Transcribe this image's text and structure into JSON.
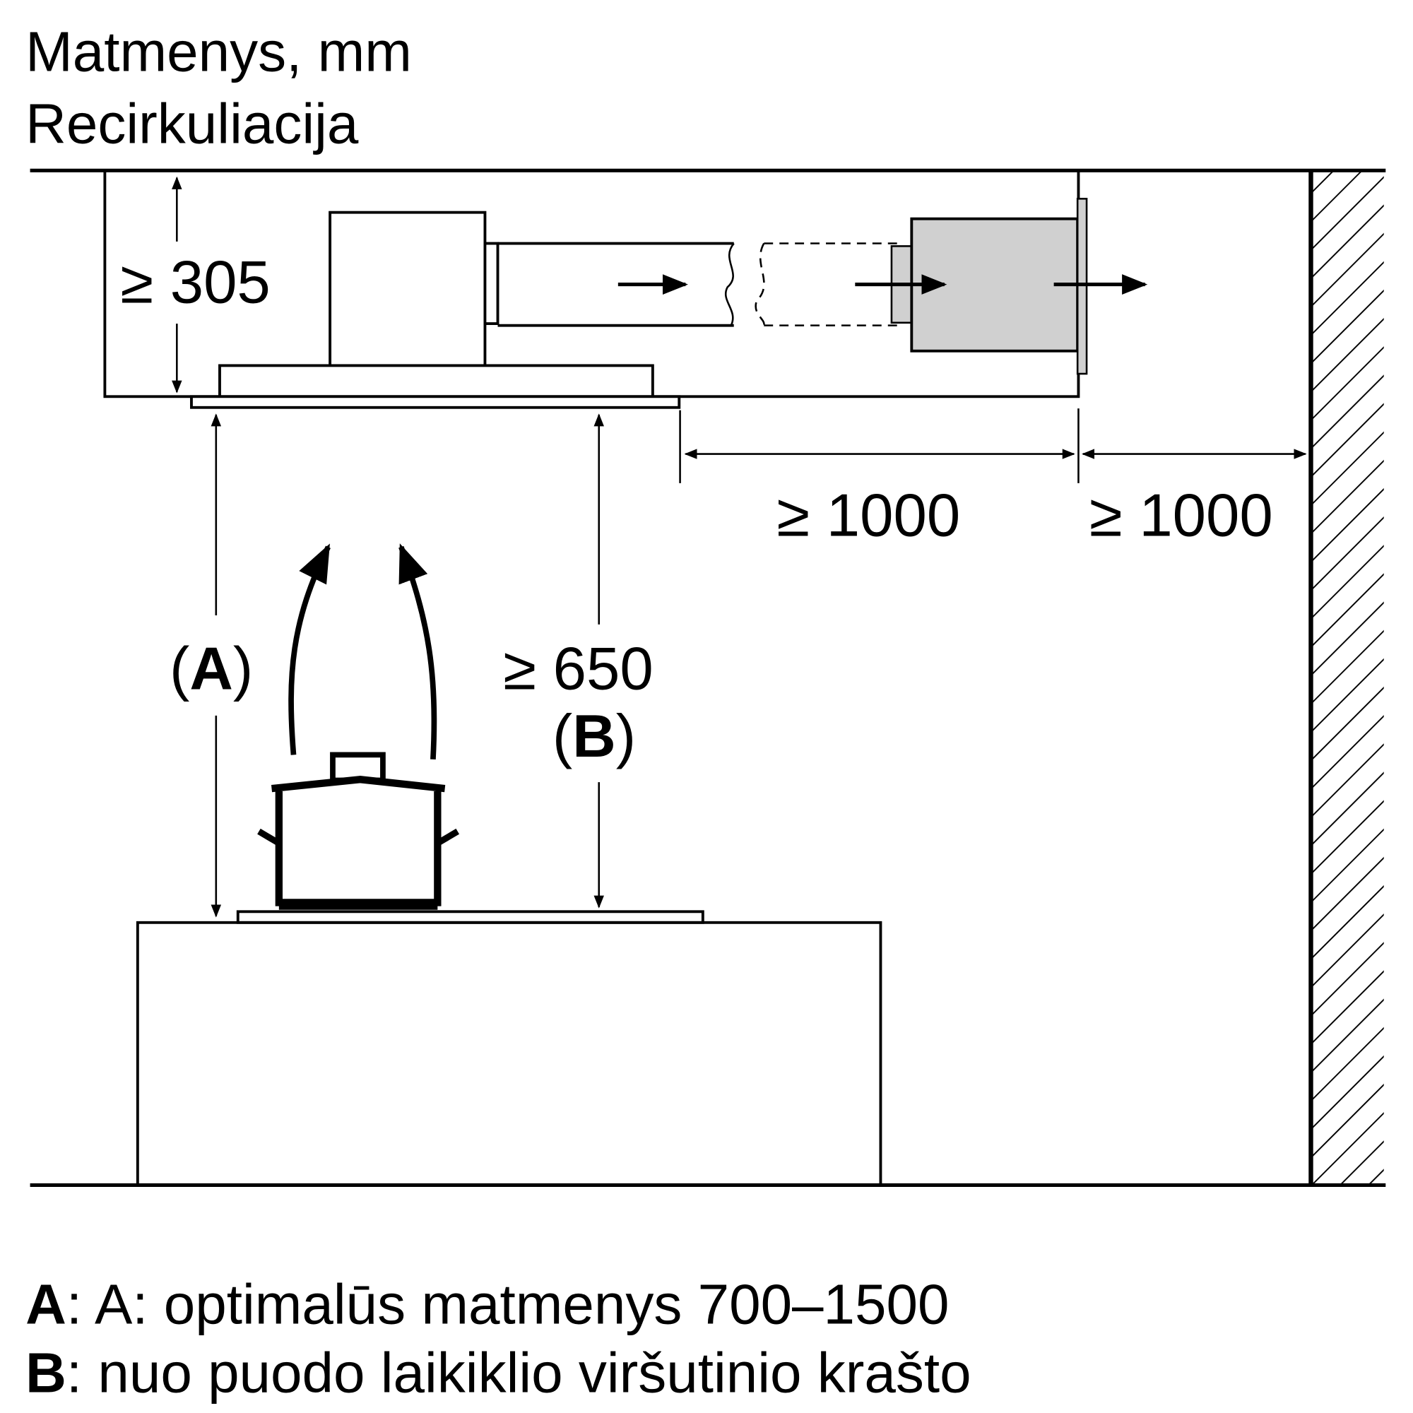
{
  "title": {
    "line1": "Matmenys, mm",
    "line2": "Recirkuliacija"
  },
  "dimensions": {
    "height_top": "≥ 305",
    "dist_hood_to_outlet": "≥ 1000",
    "dist_outlet_to_wall": "≥ 1000",
    "min_height": "≥ 650",
    "label_a": "A",
    "label_b": "B"
  },
  "legend": [
    {
      "key": "A",
      "text": ": A: optimalūs matmenys 700–1500"
    },
    {
      "key": "B",
      "text": ": nuo puodo laikiklio viršutinio krašto"
    }
  ],
  "colors": {
    "filter_box": "#d0d0d0",
    "line": "#000000"
  }
}
